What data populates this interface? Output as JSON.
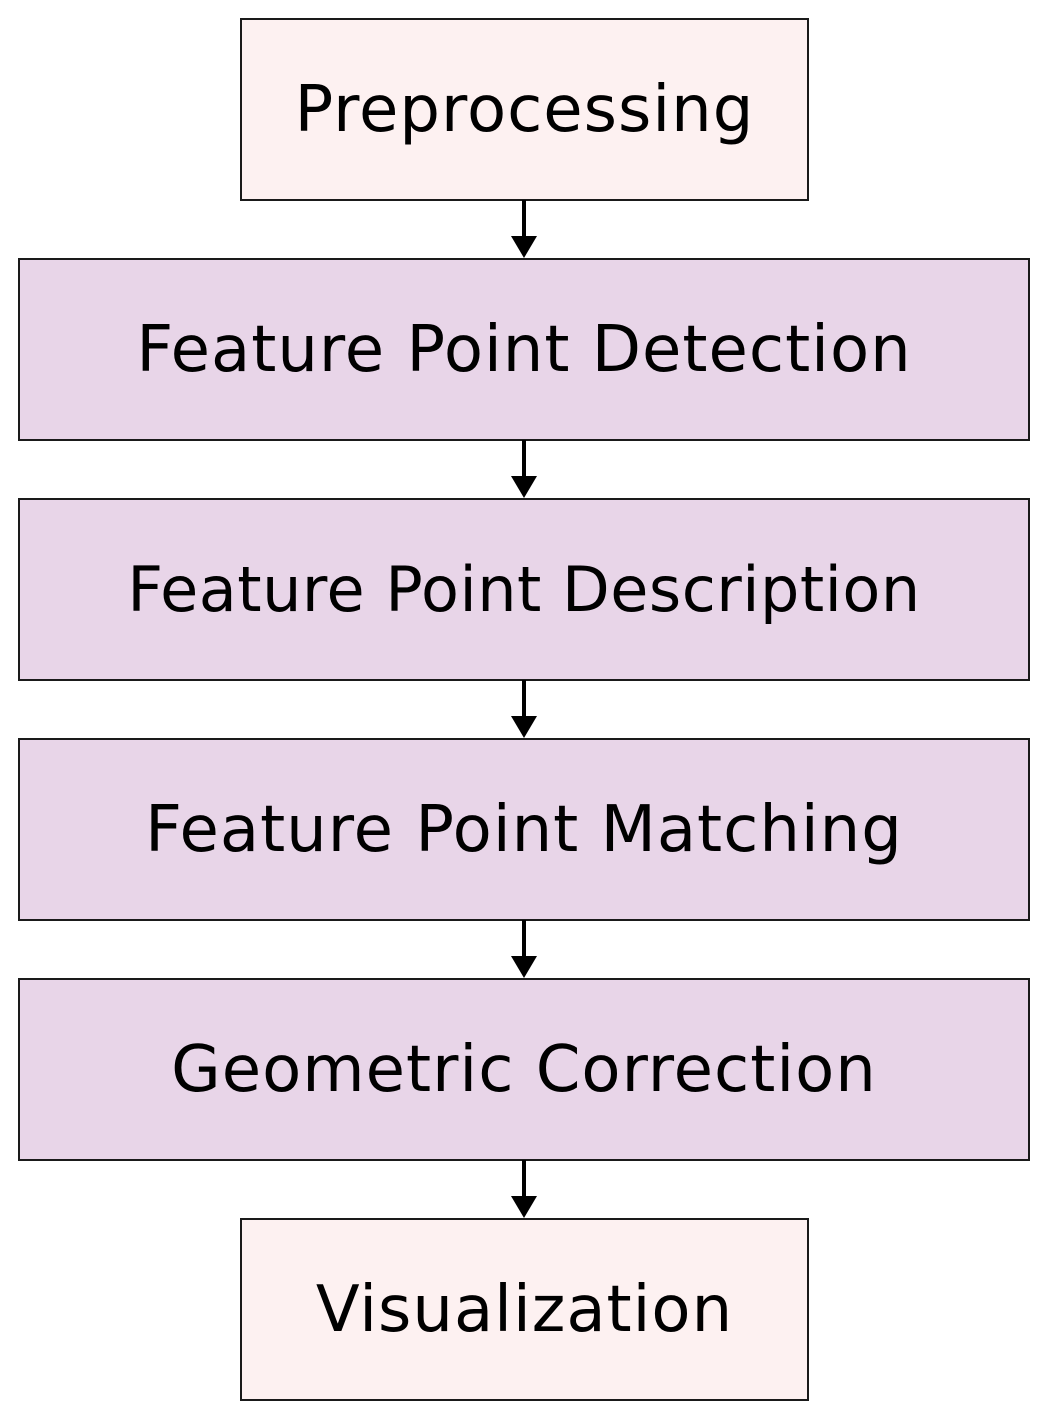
{
  "colors": {
    "end_box_fill": "#fdf1f1",
    "process_box_fill": "#e8d5e8",
    "border": "#1a1a1a",
    "arrow": "#000000"
  },
  "steps": [
    {
      "label": "Preprocessing",
      "kind": "endpoint"
    },
    {
      "label": "Feature Point Detection",
      "kind": "process"
    },
    {
      "label": "Feature Point Description",
      "kind": "process"
    },
    {
      "label": "Feature Point Matching",
      "kind": "process"
    },
    {
      "label": "Geometric Correction",
      "kind": "process"
    },
    {
      "label": "Visualization",
      "kind": "endpoint"
    }
  ],
  "arrows": [
    {
      "from": "Preprocessing",
      "to": "Feature Point Detection",
      "icon": "arrow-down-icon"
    },
    {
      "from": "Feature Point Detection",
      "to": "Feature Point Description",
      "icon": "arrow-down-icon"
    },
    {
      "from": "Feature Point Description",
      "to": "Feature Point Matching",
      "icon": "arrow-down-icon"
    },
    {
      "from": "Feature Point Matching",
      "to": "Geometric Correction",
      "icon": "arrow-down-icon"
    },
    {
      "from": "Geometric Correction",
      "to": "Visualization",
      "icon": "arrow-down-icon"
    }
  ]
}
